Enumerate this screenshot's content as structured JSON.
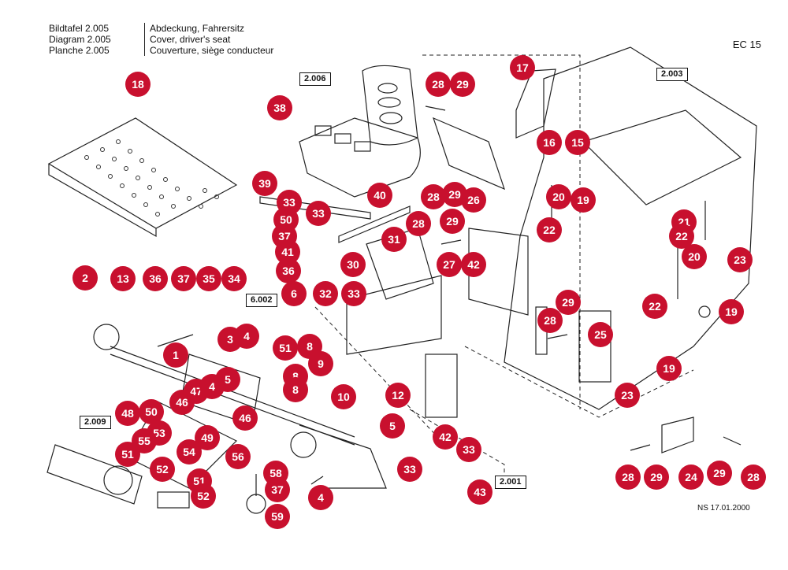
{
  "header": {
    "labels": [
      "Bildtafel 2.005",
      "Diagram 2.005",
      "Planche 2.005"
    ],
    "titles": [
      "Abdeckung, Fahrersitz",
      "Cover, driver's seat",
      "Couverture, siège conducteur"
    ],
    "code": "EC  15"
  },
  "footer": {
    "date": "NS  17.01.2000"
  },
  "refs": [
    "2.006",
    "2.003",
    "6.002",
    "2.009",
    "2.001"
  ],
  "callouts": [
    "18",
    "28",
    "29",
    "17",
    "38",
    "16",
    "15",
    "39",
    "33",
    "33",
    "40",
    "28",
    "29",
    "26",
    "20",
    "19",
    "50",
    "28",
    "29",
    "22",
    "21",
    "22",
    "20",
    "23",
    "37",
    "41",
    "31",
    "27",
    "42",
    "30",
    "36",
    "13",
    "36",
    "37",
    "35",
    "34",
    "6",
    "32",
    "33",
    "22",
    "19",
    "29",
    "28",
    "25",
    "3",
    "4",
    "51",
    "8",
    "1",
    "8",
    "9",
    "19",
    "8",
    "10",
    "12",
    "47",
    "4",
    "5",
    "46",
    "23",
    "48",
    "50",
    "46",
    "53",
    "5",
    "55",
    "49",
    "51",
    "54",
    "42",
    "33",
    "52",
    "56",
    "58",
    "33",
    "24",
    "29",
    "28",
    "28",
    "29",
    "51",
    "37",
    "52",
    "4",
    "43",
    "59",
    "2"
  ],
  "colors": {
    "callout": "#c8102e"
  }
}
